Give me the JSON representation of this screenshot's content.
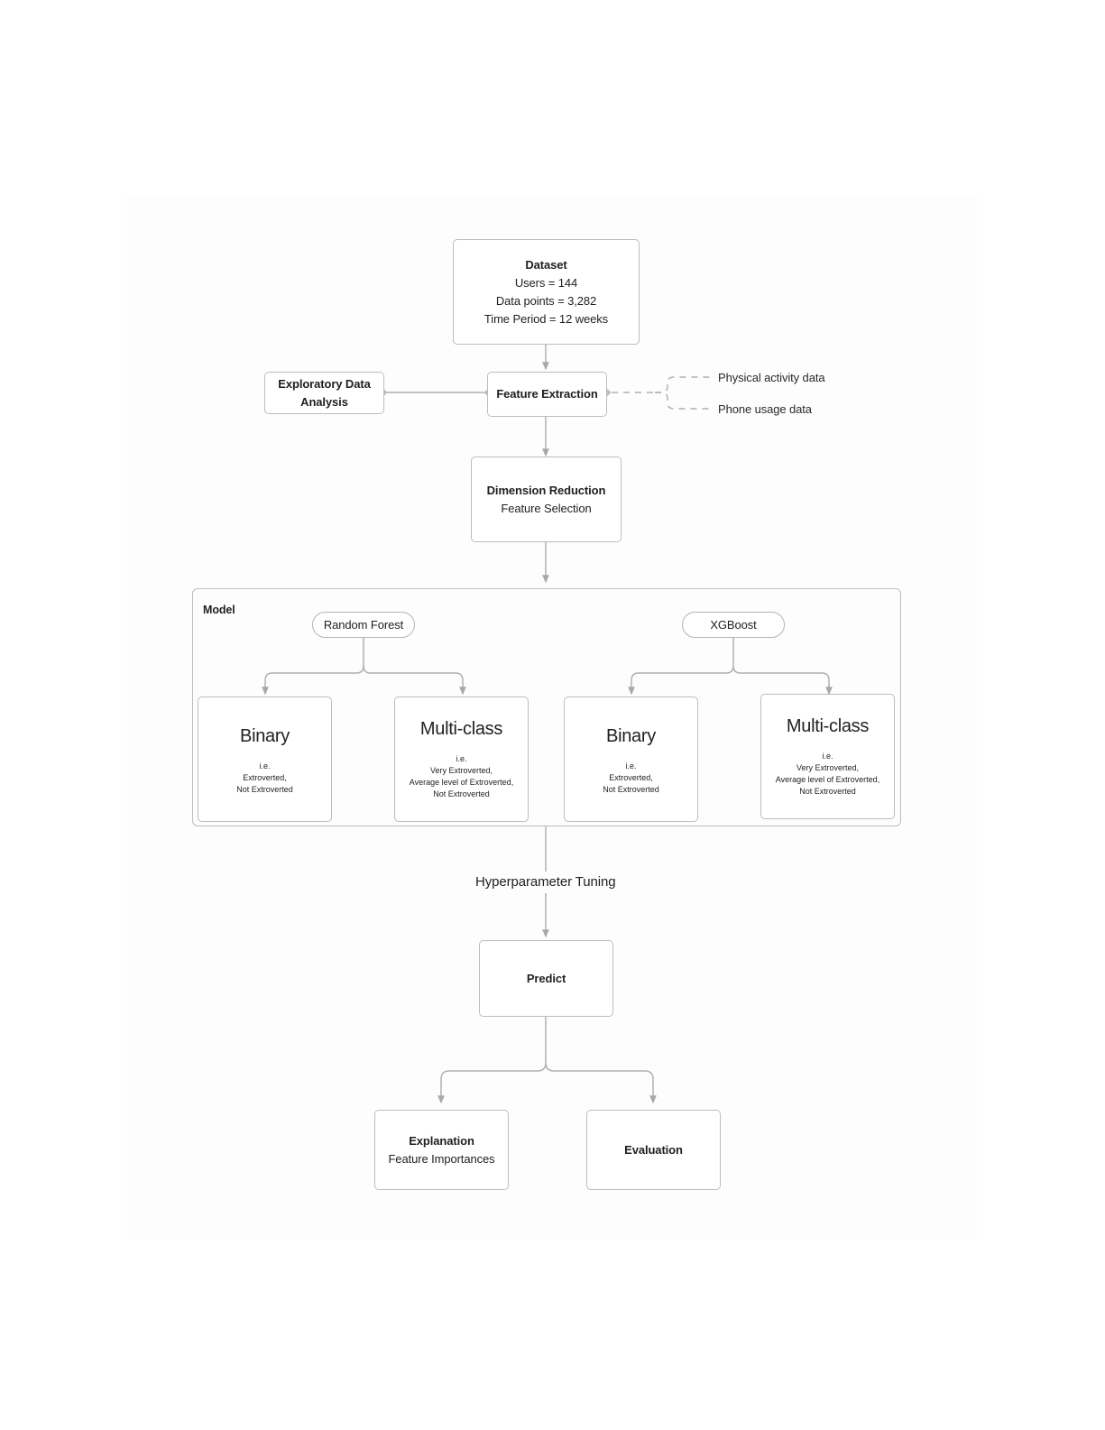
{
  "diagram": {
    "title": "Machine learning pipeline flowchart",
    "colors": {
      "stroke": "#bdbdbd",
      "edge": "#b0b0b0",
      "text": "#1f1f1f",
      "canvas": "#fdfdfd",
      "background": "#ffffff"
    }
  },
  "nodes": {
    "dataset": {
      "title": "Dataset",
      "line1": "Users = 144",
      "line2": "Data points = 3,282",
      "line3": "Time Period = 12 weeks"
    },
    "eda": {
      "line1": "Exploratory Data",
      "line2": "Analysis"
    },
    "feature_extraction": {
      "title": "Feature Extraction"
    },
    "dimension_reduction": {
      "title": "Dimension Reduction",
      "subtitle": "Feature Selection"
    },
    "predict": {
      "title": "Predict"
    },
    "explanation": {
      "title": "Explanation",
      "subtitle": "Feature Importances"
    },
    "evaluation": {
      "title": "Evaluation"
    }
  },
  "annotations": {
    "physical_activity": "Physical activity data",
    "phone_usage": "Phone usage data",
    "hyperparameter_tuning": "Hyperparameter Tuning"
  },
  "model_group": {
    "label": "Model",
    "algorithms": [
      {
        "name": "Random Forest"
      },
      {
        "name": "XGBoost"
      }
    ],
    "tasks": [
      {
        "parent": "Random Forest",
        "title": "Binary",
        "ie": "i.e.",
        "classes": [
          "Extroverted,",
          "Not Extroverted"
        ]
      },
      {
        "parent": "Random Forest",
        "title": "Multi-class",
        "ie": "i.e.",
        "classes": [
          "Very Extroverted,",
          "Average level of Extroverted,",
          "Not Extroverted"
        ]
      },
      {
        "parent": "XGBoost",
        "title": "Binary",
        "ie": "i.e.",
        "classes": [
          "Extroverted,",
          "Not Extroverted"
        ]
      },
      {
        "parent": "XGBoost",
        "title": "Multi-class",
        "ie": "i.e.",
        "classes": [
          "Very Extroverted,",
          "Average level of Extroverted,",
          "Not Extroverted"
        ]
      }
    ]
  }
}
